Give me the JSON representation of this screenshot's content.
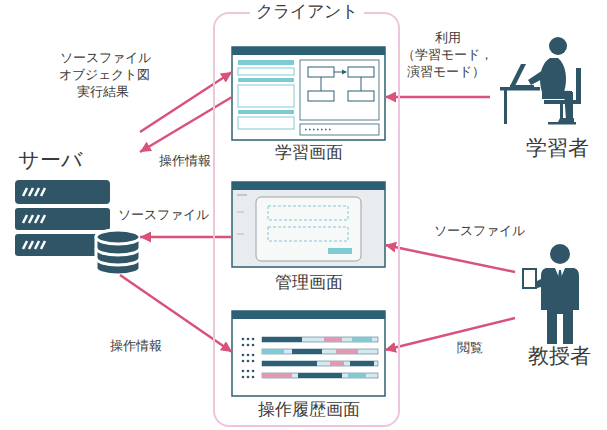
{
  "diagram": {
    "nodes": [
      {
        "text": [
          "クライアント"
        ]
      },
      {
        "text": [
          "学習画面"
        ],
        "in": 0
      },
      {
        "text": [
          "管理画面"
        ],
        "in": 0
      },
      {
        "text": [
          "操作履歴画面"
        ],
        "in": 0
      },
      {
        "text": [
          "サーバ"
        ]
      },
      {
        "text": [
          "学習者"
        ]
      },
      {
        "text": [
          "教授者"
        ]
      }
    ],
    "edges": [
      {
        "from": 4,
        "to": 1,
        "label": "ソースファイル オブジェクト図 実行結果",
        "arrow": "to"
      },
      {
        "from": 1,
        "to": 4,
        "label": "操作情報",
        "arrow": "to"
      },
      {
        "from": 2,
        "to": 4,
        "label": "ソースファイル",
        "arrow": "to"
      },
      {
        "from": 4,
        "to": 3,
        "label": "操作情報",
        "arrow": "to"
      },
      {
        "from": 5,
        "to": 1,
        "label": "利用 （学習モード， 演習モード）",
        "arrow": "to"
      },
      {
        "from": 6,
        "to": 2,
        "label": "ソースファイル",
        "arrow": "to"
      },
      {
        "from": 6,
        "to": 3,
        "label": "閲覧",
        "arrow": "to"
      }
    ]
  }
}
